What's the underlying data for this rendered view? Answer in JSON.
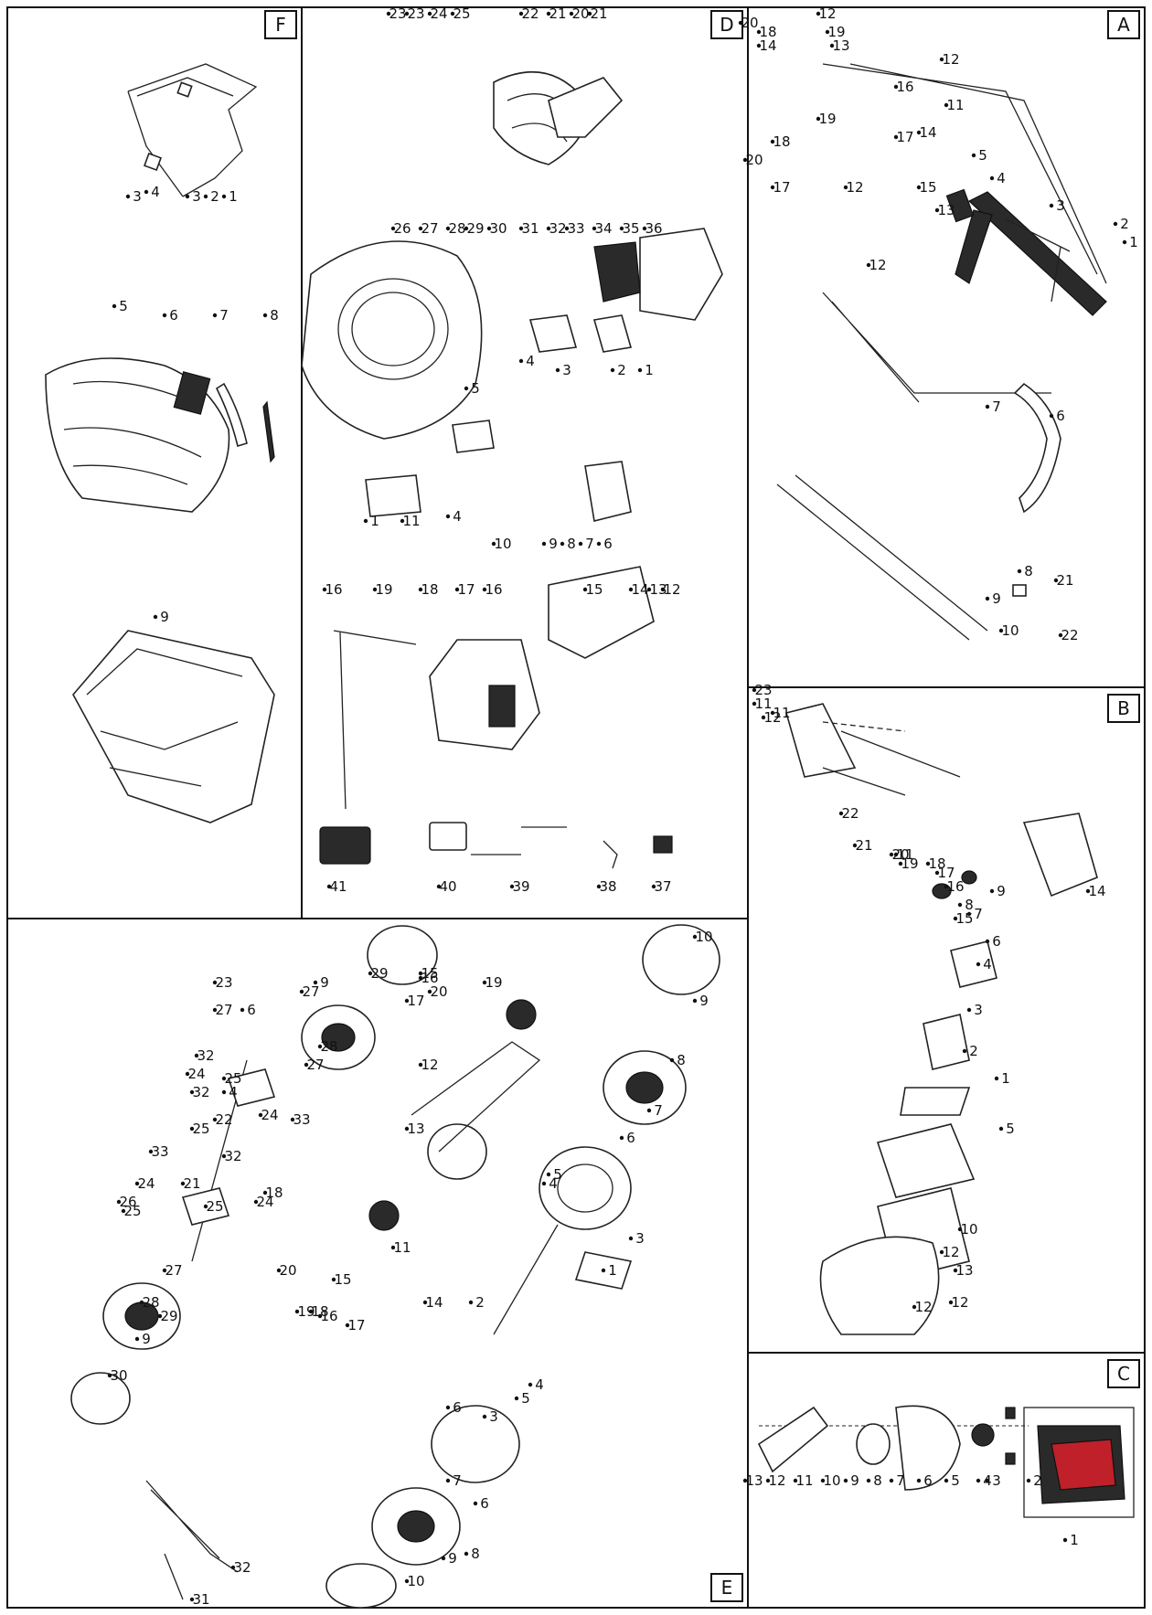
{
  "sections": {
    "A": {
      "label": "A",
      "numbers": [
        "1",
        "2",
        "3",
        "4",
        "5",
        "6",
        "7",
        "8",
        "9",
        "10",
        "11",
        "12",
        "12",
        "12",
        "12",
        "13",
        "13",
        "14",
        "14",
        "15",
        "16",
        "17",
        "17",
        "18",
        "18",
        "19",
        "19",
        "20",
        "20",
        "21",
        "22"
      ]
    },
    "B": {
      "label": "B",
      "numbers": [
        "1",
        "2",
        "3",
        "4",
        "5",
        "6",
        "7",
        "8",
        "9",
        "10",
        "11",
        "11",
        "11",
        "12",
        "12",
        "12",
        "12",
        "13",
        "14",
        "15",
        "16",
        "17",
        "18",
        "19",
        "20",
        "21",
        "22",
        "23"
      ]
    },
    "C": {
      "label": "C",
      "numbers": [
        "1",
        "2",
        "3",
        "4",
        "5",
        "6",
        "7",
        "8",
        "9",
        "10",
        "11",
        "12",
        "13"
      ]
    },
    "D": {
      "label": "D",
      "numbers": [
        "1",
        "1",
        "2",
        "3",
        "4",
        "4",
        "5",
        "6",
        "7",
        "8",
        "9",
        "10",
        "11",
        "12",
        "13",
        "14",
        "15",
        "16",
        "16",
        "17",
        "18",
        "19",
        "20",
        "21",
        "21",
        "22",
        "23",
        "23",
        "24",
        "25",
        "26",
        "27",
        "28",
        "29",
        "30",
        "31",
        "32",
        "33",
        "34",
        "35",
        "36",
        "37",
        "38",
        "39",
        "40",
        "41"
      ]
    },
    "E": {
      "label": "E",
      "numbers": [
        "1",
        "2",
        "3",
        "3",
        "4",
        "4",
        "4",
        "5",
        "5",
        "6",
        "6",
        "6",
        "6",
        "7",
        "7",
        "8",
        "8",
        "9",
        "9",
        "9",
        "9",
        "10",
        "10",
        "11",
        "12",
        "13",
        "14",
        "15",
        "15",
        "16",
        "16",
        "17",
        "17",
        "18",
        "18",
        "19",
        "19",
        "20",
        "20",
        "21",
        "22",
        "23",
        "24",
        "24",
        "24",
        "24",
        "25",
        "25",
        "25",
        "25",
        "26",
        "27",
        "27",
        "27",
        "27",
        "28",
        "28",
        "29",
        "29",
        "30",
        "31",
        "32",
        "32",
        "32",
        "32",
        "33",
        "33"
      ]
    },
    "F": {
      "label": "F",
      "numbers": [
        "1",
        "2",
        "3",
        "3",
        "4",
        "5",
        "6",
        "7",
        "8",
        "9"
      ]
    }
  },
  "icons": {
    "dot_color": "#111111",
    "engine_color": "#c0202a"
  }
}
